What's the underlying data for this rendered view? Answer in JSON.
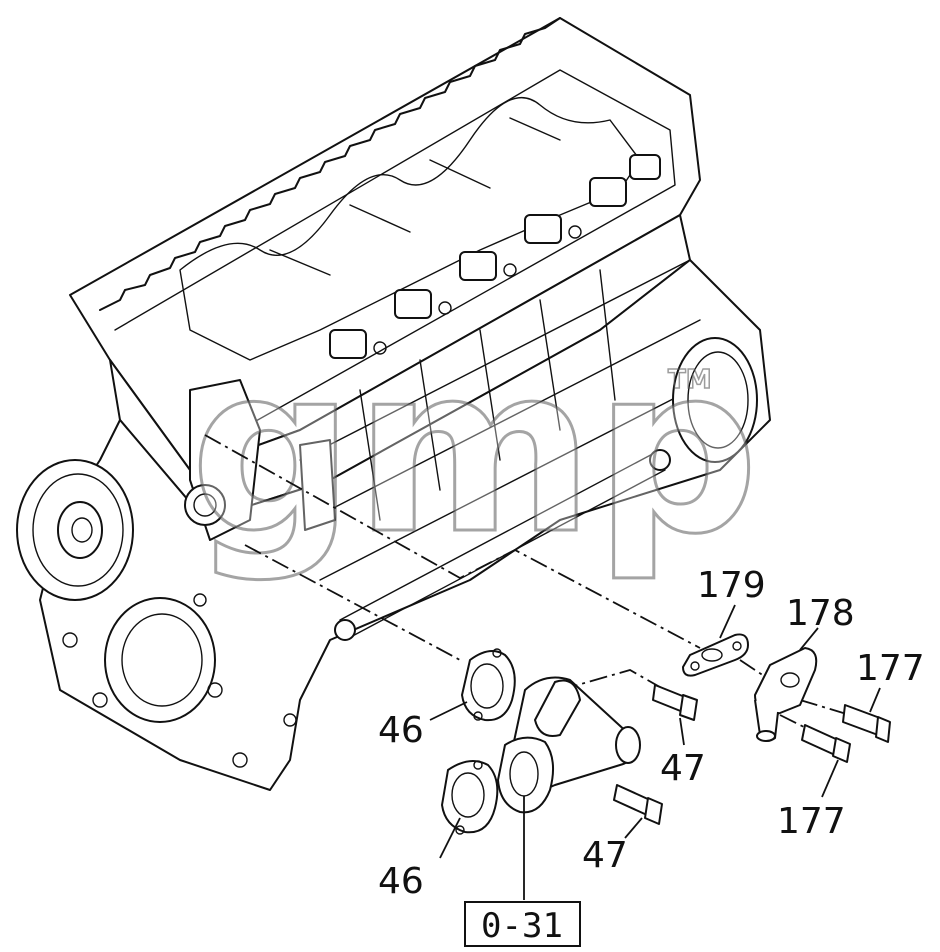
{
  "watermark": {
    "text": "gmp",
    "trademark": "TM"
  },
  "callouts": {
    "c179": "179",
    "c178": "178",
    "c177_top": "177",
    "c177_bottom": "177",
    "c46_top": "46",
    "c46_bottom": "46",
    "c47_top": "47",
    "c47_bottom": "47"
  },
  "reference_box": {
    "label": "0-31"
  },
  "colors": {
    "ink": "#111111",
    "paper": "#ffffff",
    "watermark": "#5a5a5a"
  }
}
